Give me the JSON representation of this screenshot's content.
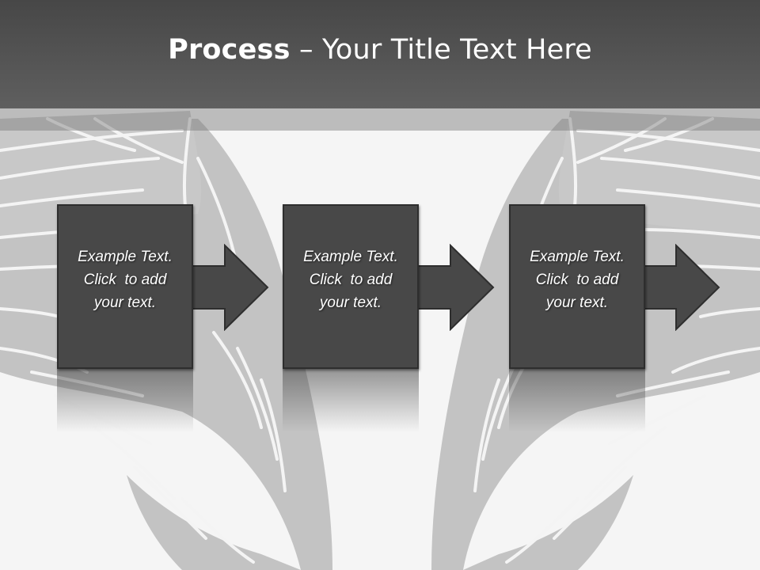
{
  "title": {
    "bold": "Process",
    "rest": " – Your Title Text Here"
  },
  "steps": [
    {
      "line1": "Example Text.",
      "line2": "Click  to add",
      "line3": "your text."
    },
    {
      "line1": "Example Text.",
      "line2": "Click  to add",
      "line3": "your text."
    },
    {
      "line1": "Example Text.",
      "line2": "Click  to add",
      "line3": "your text."
    }
  ],
  "colors": {
    "title_bar": "#474747",
    "box_fill": "#484848",
    "box_border": "#2e2e2e",
    "wing_fill": "#c3c3c3",
    "wing_line": "#f4f4f4",
    "background": "#f5f5f5"
  },
  "icons": [
    "left-wing-graphic",
    "right-wing-graphic",
    "right-arrow-icon"
  ]
}
